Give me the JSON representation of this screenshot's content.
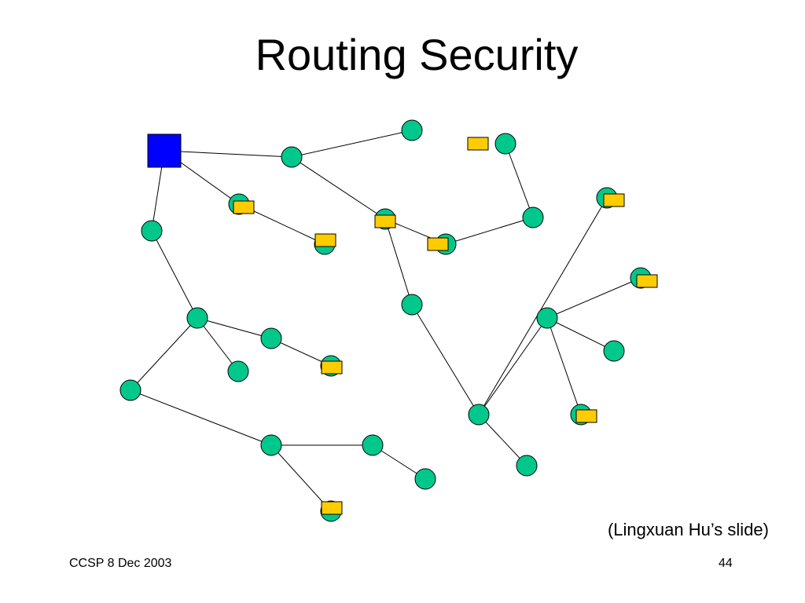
{
  "slide": {
    "title": "Routing Security",
    "credit": "(Lingxuan Hu’s slide)",
    "footer_left": "CCSP 8 Dec 2003",
    "page_number": "44"
  },
  "colors": {
    "base_station": "#0000ff",
    "node": "#00c88c",
    "compromised_marker": "#ffcc00",
    "edge": "#000000"
  },
  "network": {
    "base": "B",
    "nodes": [
      {
        "id": "B",
        "kind": "base"
      },
      {
        "id": "n1",
        "kind": "node"
      },
      {
        "id": "n2",
        "kind": "node"
      },
      {
        "id": "n3",
        "kind": "node",
        "marked": true
      },
      {
        "id": "n4",
        "kind": "node",
        "marked": true
      },
      {
        "id": "n5",
        "kind": "node"
      },
      {
        "id": "n6",
        "kind": "node",
        "marked": true
      },
      {
        "id": "n7",
        "kind": "node"
      },
      {
        "id": "n8",
        "kind": "node"
      },
      {
        "id": "n9",
        "kind": "node"
      },
      {
        "id": "n10",
        "kind": "node"
      },
      {
        "id": "n11",
        "kind": "node",
        "marked": true
      },
      {
        "id": "n12",
        "kind": "node"
      },
      {
        "id": "n13",
        "kind": "node"
      },
      {
        "id": "n14",
        "kind": "node",
        "marked": true
      },
      {
        "id": "n15",
        "kind": "node",
        "marked": true
      },
      {
        "id": "n16",
        "kind": "node"
      },
      {
        "id": "n17",
        "kind": "node"
      },
      {
        "id": "n18",
        "kind": "node"
      },
      {
        "id": "n19",
        "kind": "node",
        "marked": true
      },
      {
        "id": "n20",
        "kind": "node"
      },
      {
        "id": "n21",
        "kind": "node",
        "marked": true
      },
      {
        "id": "n22",
        "kind": "node"
      },
      {
        "id": "n23",
        "kind": "node"
      },
      {
        "id": "n24",
        "kind": "node",
        "marked": true
      },
      {
        "id": "n25",
        "kind": "node"
      },
      {
        "id": "n26",
        "kind": "node",
        "marked": true
      }
    ],
    "edges": [
      [
        "B",
        "n1"
      ],
      [
        "B",
        "n3"
      ],
      [
        "B",
        "n5"
      ],
      [
        "n1",
        "n2"
      ],
      [
        "n1",
        "n6"
      ],
      [
        "n3",
        "n4"
      ],
      [
        "n5",
        "n7"
      ],
      [
        "n7",
        "n8"
      ],
      [
        "n7",
        "n9"
      ],
      [
        "n7",
        "n10"
      ],
      [
        "n8",
        "n11"
      ],
      [
        "n10",
        "n12"
      ],
      [
        "n12",
        "n13"
      ],
      [
        "n12",
        "n14"
      ],
      [
        "n13",
        "n22"
      ],
      [
        "n6",
        "n15"
      ],
      [
        "n6",
        "n16"
      ],
      [
        "n15",
        "n20"
      ],
      [
        "n20",
        "n21"
      ],
      [
        "n16",
        "n17"
      ],
      [
        "n17",
        "n18"
      ],
      [
        "n17",
        "n19"
      ],
      [
        "n17",
        "n23"
      ],
      [
        "n23",
        "n24"
      ],
      [
        "n23",
        "n25"
      ],
      [
        "n23",
        "n26"
      ]
    ]
  }
}
